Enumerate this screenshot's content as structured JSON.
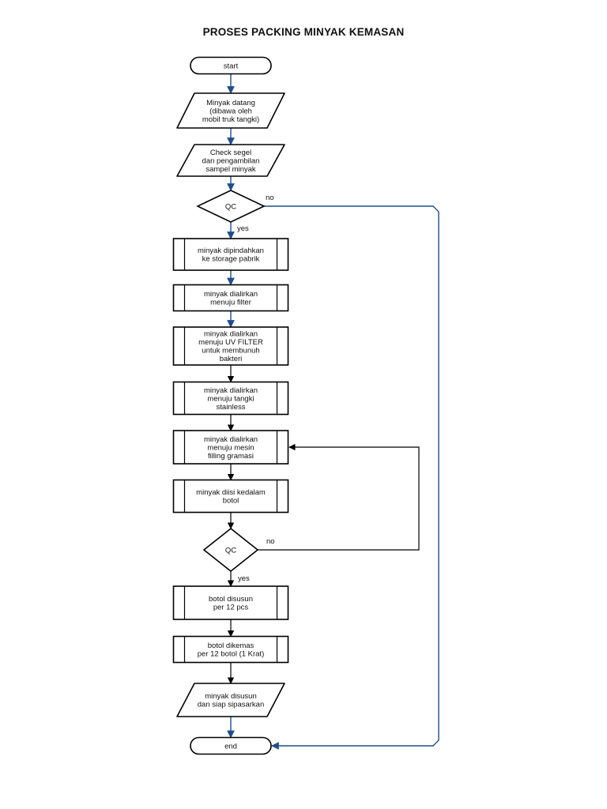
{
  "title": "PROSES PACKING MINYAK KEMASAN",
  "colors": {
    "flow_primary": "#1f4e8c",
    "flow_secondary": "#000000"
  },
  "nodes": [
    {
      "id": "start",
      "shape": "terminal",
      "lines": [
        "start"
      ]
    },
    {
      "id": "arrive",
      "shape": "data",
      "lines": [
        "Minyak datang",
        "(dibawa oleh",
        "mobil truk tangki)"
      ]
    },
    {
      "id": "check",
      "shape": "data",
      "lines": [
        "Check segel",
        "dan pengambilan",
        "sampel minyak"
      ]
    },
    {
      "id": "qc1",
      "shape": "decision",
      "lines": [
        "QC"
      ]
    },
    {
      "id": "storage",
      "shape": "predefined-process",
      "lines": [
        "minyak dipindahkan",
        "ke storage pabrik"
      ]
    },
    {
      "id": "filter",
      "shape": "predefined-process",
      "lines": [
        "minyak dialirkan",
        "menuju filter"
      ]
    },
    {
      "id": "uv",
      "shape": "predefined-process",
      "lines": [
        "minyak dialirkan",
        "menuju UV FILTER",
        "untuk membunuh",
        "bakteri"
      ]
    },
    {
      "id": "tank",
      "shape": "predefined-process",
      "lines": [
        "minyak dialirkan",
        "menuju tangki",
        "stainless"
      ]
    },
    {
      "id": "filling",
      "shape": "predefined-process",
      "lines": [
        "minyak dialirkan",
        "menuju mesin",
        "filling gramasi"
      ]
    },
    {
      "id": "bottle",
      "shape": "predefined-process",
      "lines": [
        "minyak diisi kedalam",
        "botol"
      ]
    },
    {
      "id": "qc2",
      "shape": "decision",
      "lines": [
        "QC"
      ]
    },
    {
      "id": "arrange",
      "shape": "predefined-process",
      "lines": [
        "botol disusun",
        "per 12 pcs"
      ]
    },
    {
      "id": "pack",
      "shape": "predefined-process",
      "lines": [
        "botol dikemas",
        "per 12 botol (1 Krat)"
      ]
    },
    {
      "id": "ready",
      "shape": "data",
      "lines": [
        "minyak disusun",
        "dan siap sipasarkan"
      ]
    },
    {
      "id": "end",
      "shape": "terminal",
      "lines": [
        "end"
      ]
    }
  ],
  "edges": [
    {
      "from": "start",
      "to": "arrive",
      "label": ""
    },
    {
      "from": "arrive",
      "to": "check",
      "label": ""
    },
    {
      "from": "check",
      "to": "qc1",
      "label": ""
    },
    {
      "from": "qc1",
      "to": "storage",
      "label": "yes"
    },
    {
      "from": "qc1",
      "to": "end",
      "label": "no"
    },
    {
      "from": "storage",
      "to": "filter",
      "label": ""
    },
    {
      "from": "filter",
      "to": "uv",
      "label": ""
    },
    {
      "from": "uv",
      "to": "tank",
      "label": ""
    },
    {
      "from": "tank",
      "to": "filling",
      "label": ""
    },
    {
      "from": "filling",
      "to": "bottle",
      "label": ""
    },
    {
      "from": "bottle",
      "to": "qc2",
      "label": ""
    },
    {
      "from": "qc2",
      "to": "arrange",
      "label": "yes"
    },
    {
      "from": "qc2",
      "to": "filling",
      "label": "no"
    },
    {
      "from": "arrange",
      "to": "pack",
      "label": ""
    },
    {
      "from": "pack",
      "to": "ready",
      "label": ""
    },
    {
      "from": "ready",
      "to": "end",
      "label": ""
    }
  ]
}
